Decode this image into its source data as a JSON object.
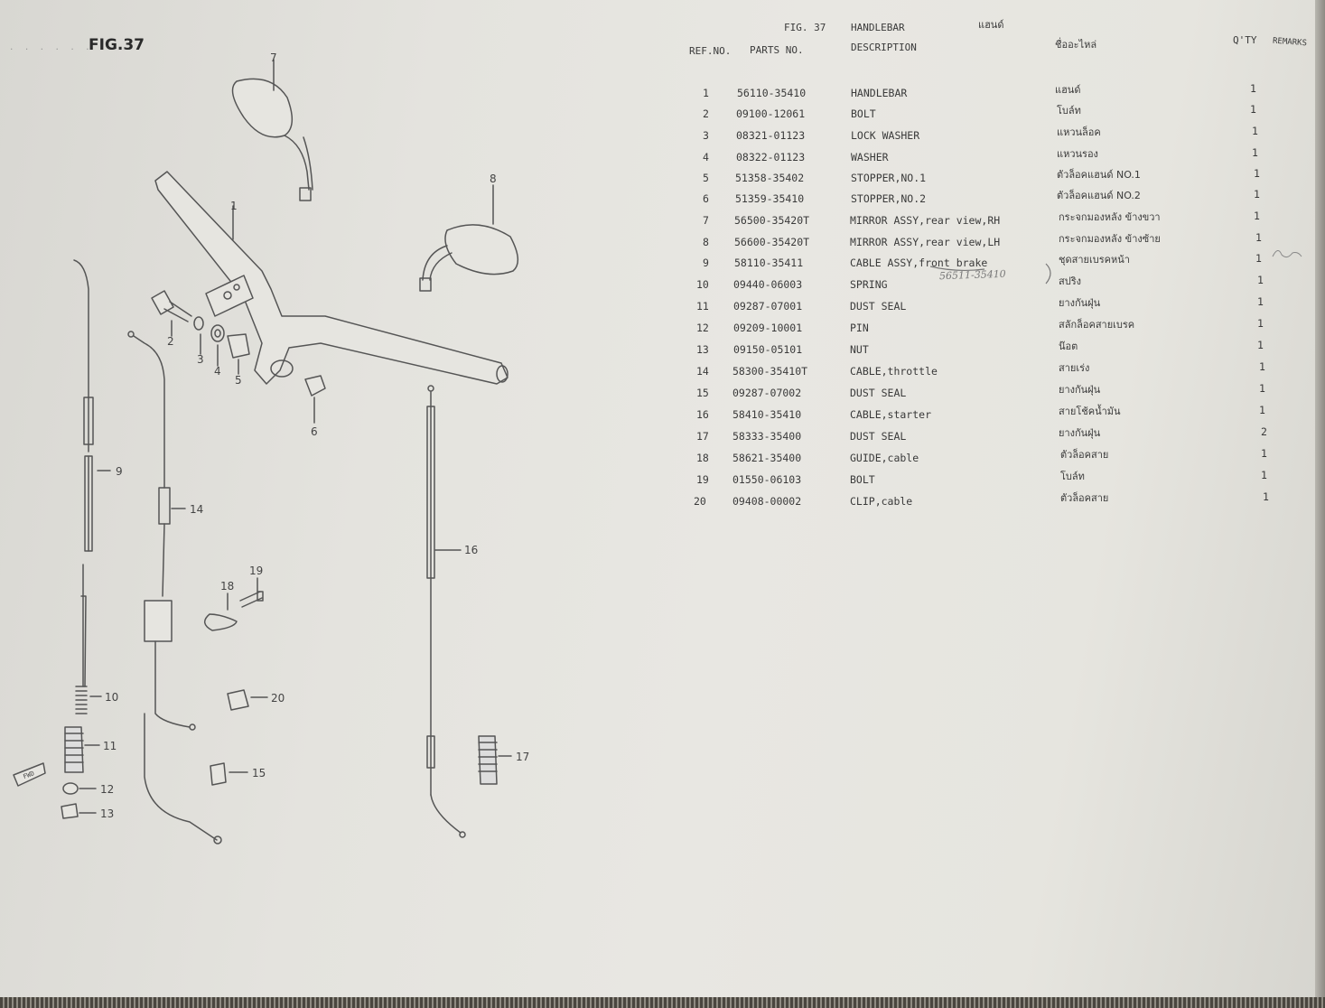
{
  "figure": {
    "label": "FIG.37",
    "header_fig": "FIG. 37",
    "header_name": "HANDLEBAR",
    "header_name_thai": "แฮนด์"
  },
  "columns": {
    "ref_no": "REF.NO.",
    "parts_no": "PARTS NO.",
    "description": "DESCRIPTION",
    "thai_name": "ชื่ออะไหล่",
    "qty": "Q'TY",
    "remarks": "REMARKS"
  },
  "parts": [
    {
      "ref": "1",
      "part_no": "56110-35410",
      "desc": "HANDLEBAR",
      "thai": "แฮนด์",
      "qty": "1"
    },
    {
      "ref": "2",
      "part_no": "09100-12061",
      "desc": "BOLT",
      "thai": "โบล์ท",
      "qty": "1"
    },
    {
      "ref": "3",
      "part_no": "08321-01123",
      "desc": "LOCK WASHER",
      "thai": "แหวนล็อค",
      "qty": "1"
    },
    {
      "ref": "4",
      "part_no": "08322-01123",
      "desc": "WASHER",
      "thai": "แหวนรอง",
      "qty": "1"
    },
    {
      "ref": "5",
      "part_no": "51358-35402",
      "desc": "STOPPER,NO.1",
      "thai": "ตัวล็อคแฮนด์ NO.1",
      "qty": "1"
    },
    {
      "ref": "6",
      "part_no": "51359-35410",
      "desc": "STOPPER,NO.2",
      "thai": "ตัวล็อคแฮนด์ NO.2",
      "qty": "1"
    },
    {
      "ref": "7",
      "part_no": "56500-35420T",
      "desc": "MIRROR ASSY,rear view,RH",
      "thai": "กระจกมองหลัง ข้างขวา",
      "qty": "1"
    },
    {
      "ref": "8",
      "part_no": "56600-35420T",
      "desc": "MIRROR ASSY,rear view,LH",
      "thai": "กระจกมองหลัง ข้างซ้าย",
      "qty": "1"
    },
    {
      "ref": "9",
      "part_no": "58110-35411",
      "desc": "CABLE ASSY,front brake",
      "thai": "ชุดสายเบรคหน้า",
      "qty": "1"
    },
    {
      "ref": "10",
      "part_no": "09440-06003",
      "desc": "SPRING",
      "thai": "สปริง",
      "qty": "1"
    },
    {
      "ref": "11",
      "part_no": "09287-07001",
      "desc": "DUST SEAL",
      "thai": "ยางกันฝุ่น",
      "qty": "1"
    },
    {
      "ref": "12",
      "part_no": "09209-10001",
      "desc": "PIN",
      "thai": "สลักล็อคสายเบรค",
      "qty": "1"
    },
    {
      "ref": "13",
      "part_no": "09150-05101",
      "desc": "NUT",
      "thai": "น๊อต",
      "qty": "1"
    },
    {
      "ref": "14",
      "part_no": "58300-35410T",
      "desc": "CABLE,throttle",
      "thai": "สายเร่ง",
      "qty": "1"
    },
    {
      "ref": "15",
      "part_no": "09287-07002",
      "desc": "DUST SEAL",
      "thai": "ยางกันฝุ่น",
      "qty": "1"
    },
    {
      "ref": "16",
      "part_no": "58410-35410",
      "desc": "CABLE,starter",
      "thai": "สายโช้คน้ำมัน",
      "qty": "1"
    },
    {
      "ref": "17",
      "part_no": "58333-35400",
      "desc": "DUST SEAL",
      "thai": "ยางกันฝุ่น",
      "qty": "2"
    },
    {
      "ref": "18",
      "part_no": "58621-35400",
      "desc": "GUIDE,cable",
      "thai": "ตัวล็อคสาย",
      "qty": "1"
    },
    {
      "ref": "19",
      "part_no": "01550-06103",
      "desc": "BOLT",
      "thai": "โบล์ท",
      "qty": "1"
    },
    {
      "ref": "20",
      "part_no": "09408-00002",
      "desc": "CLIP,cable",
      "thai": "ตัวล็อคสาย",
      "qty": "1"
    }
  ],
  "diagram_labels": [
    "1",
    "2",
    "3",
    "4",
    "5",
    "6",
    "7",
    "8",
    "9",
    "10",
    "11",
    "12",
    "13",
    "14",
    "15",
    "16",
    "17",
    "18",
    "19",
    "20"
  ],
  "fwd_label": "FWD",
  "handwritten_note": "56511-35410"
}
